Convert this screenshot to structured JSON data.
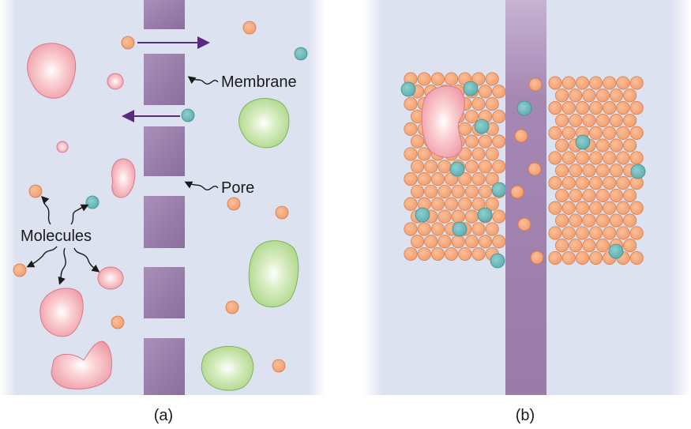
{
  "panel_a": {
    "caption": "(a)",
    "labels": {
      "membrane": "Membrane",
      "pore": "Pore",
      "molecules": "Molecules"
    }
  },
  "panel_b": {
    "caption": "(b)"
  },
  "colors": {
    "background_tint": "#dfe3f1",
    "membrane": "#9b7fa9",
    "small_molecule": "#f4a274",
    "solvent_molecule": "#6fb7b8",
    "pink_cell": "#f3a8b0",
    "green_cell": "#b9dc96",
    "arrow": "#5b2a80"
  }
}
